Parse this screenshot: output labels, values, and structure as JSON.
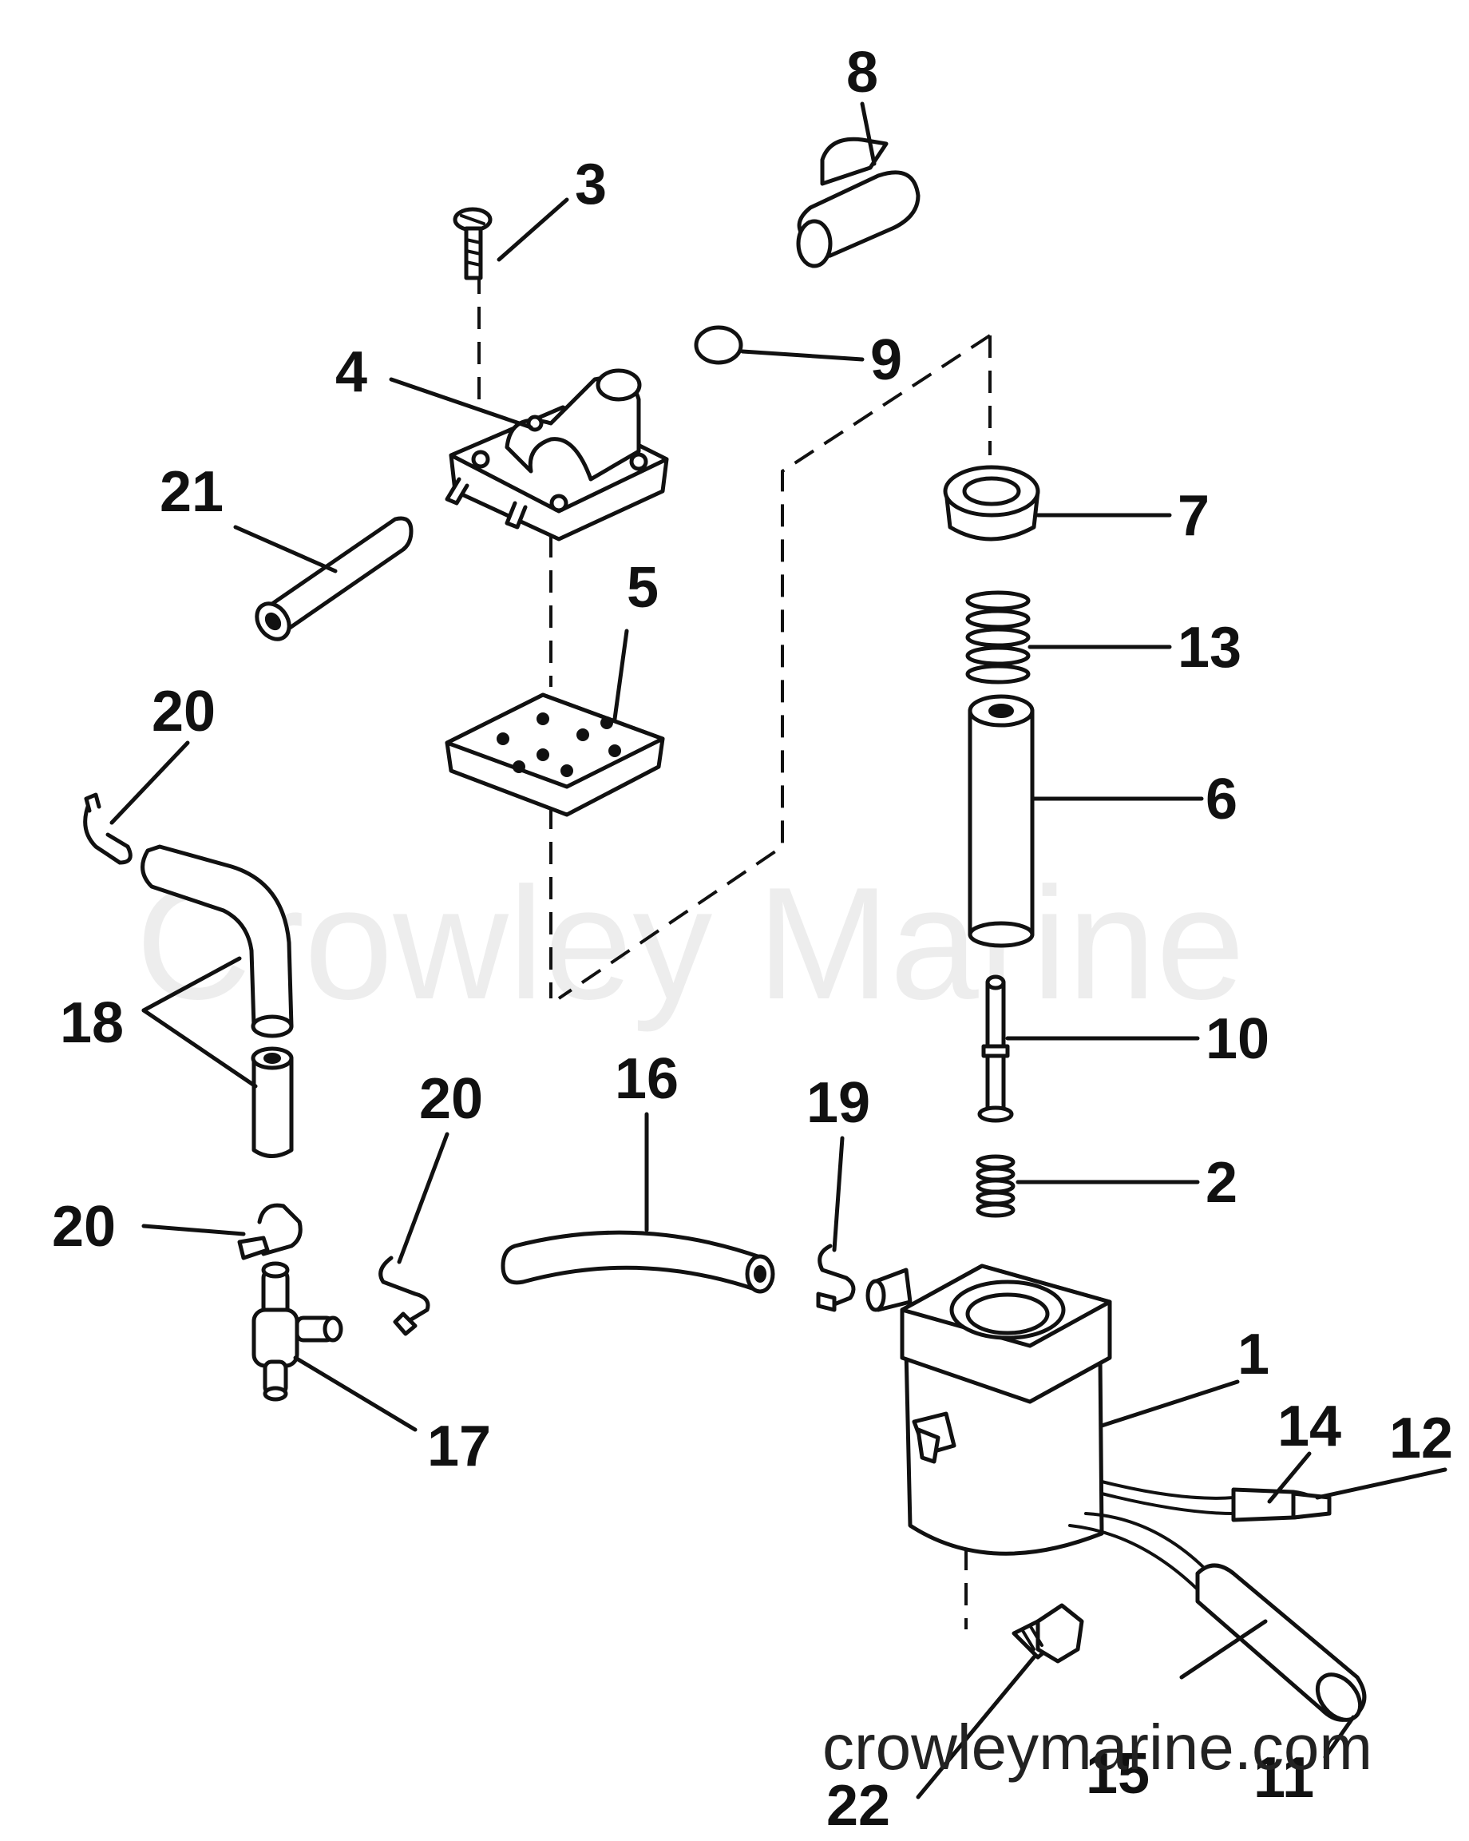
{
  "watermark": {
    "text": "Crowley Marine",
    "url_text": "crowleymarine.com"
  },
  "callouts": {
    "c1": "1",
    "c2": "2",
    "c3": "3",
    "c4": "4",
    "c5": "5",
    "c6": "6",
    "c7": "7",
    "c8": "8",
    "c9": "9",
    "c10": "10",
    "c11": "11",
    "c12": "12",
    "c13": "13",
    "c14": "14",
    "c15": "15",
    "c16": "16",
    "c17": "17",
    "c18": "18",
    "c19": "19",
    "c20a": "20",
    "c20b": "20",
    "c20c": "20",
    "c21": "21",
    "c22": "22"
  },
  "colors": {
    "ink": "#111111",
    "background": "#ffffff",
    "watermark": "#e8e8e8"
  }
}
